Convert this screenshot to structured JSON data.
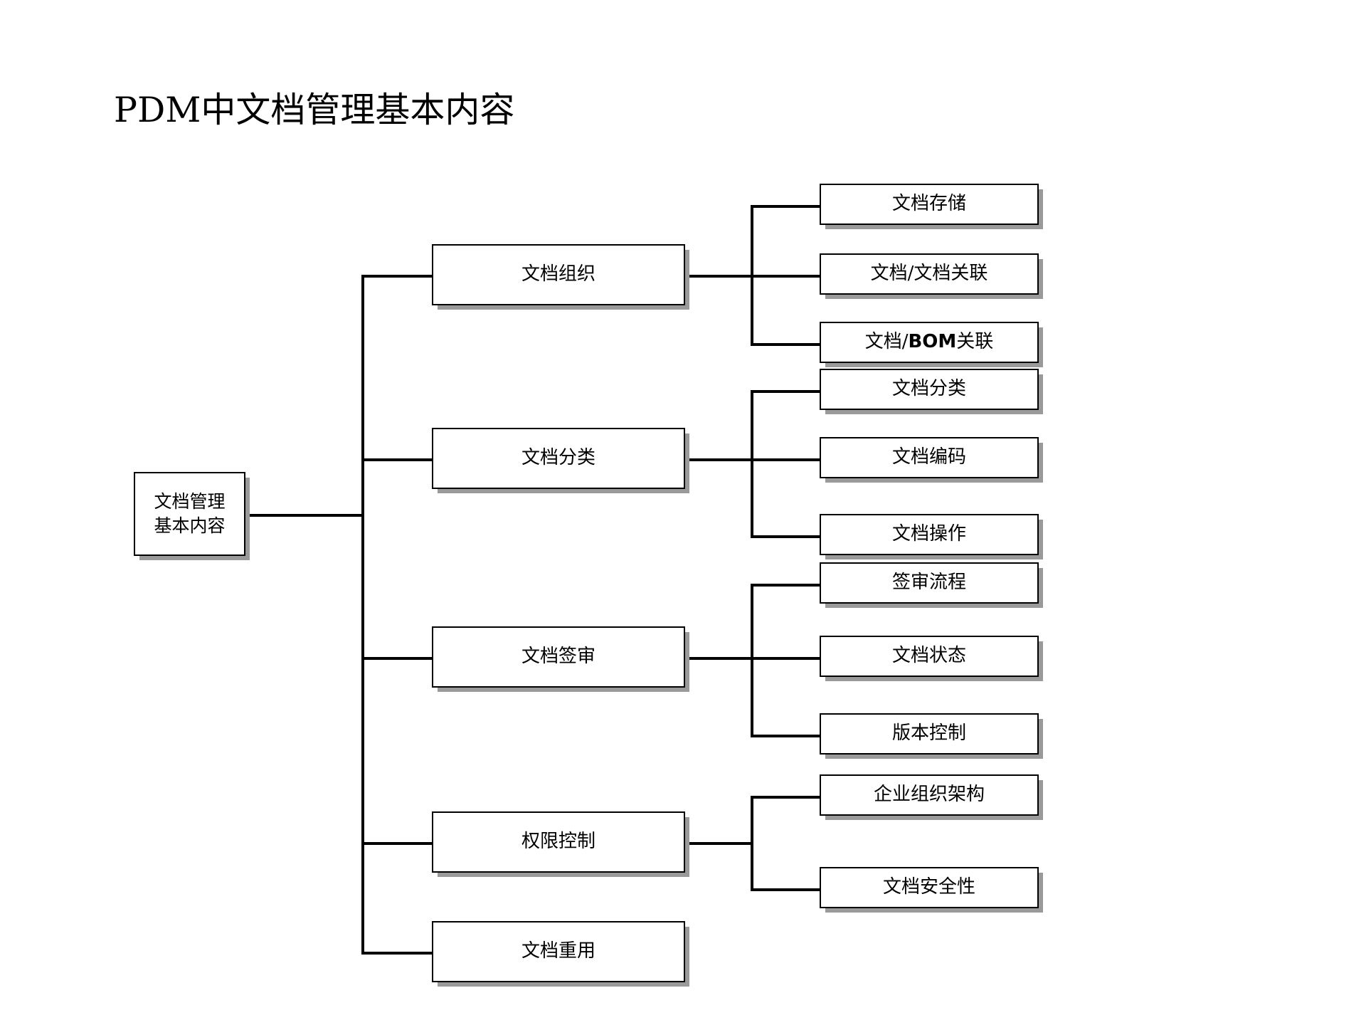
{
  "page": {
    "title": "PDM中文档管理基本内容",
    "background_color": "#ffffff",
    "line_color": "#000000",
    "box_border_color": "#000000",
    "box_fill_color": "#ffffff",
    "shadow_color": "#9a9a9a"
  },
  "diagram": {
    "type": "tree",
    "orientation": "left-to-right",
    "root": {
      "line1": "文档管理",
      "line2": "基本内容"
    },
    "branches": [
      {
        "label": "文档组织",
        "children": [
          {
            "text": "文档存储",
            "pre": "文档存储",
            "bold": "",
            "post": ""
          },
          {
            "text": "文档/文档关联",
            "pre": "文档/文档关联",
            "bold": "",
            "post": ""
          },
          {
            "text": "文档/BOM关联",
            "pre": "文档/",
            "bold": "BOM",
            "post": "关联"
          }
        ]
      },
      {
        "label": "文档分类",
        "children": [
          {
            "text": "文档分类",
            "pre": "文档分类",
            "bold": "",
            "post": ""
          },
          {
            "text": "文档编码",
            "pre": "文档编码",
            "bold": "",
            "post": ""
          },
          {
            "text": "文档操作",
            "pre": "文档操作",
            "bold": "",
            "post": ""
          }
        ]
      },
      {
        "label": "文档签审",
        "children": [
          {
            "text": "签审流程",
            "pre": "签审流程",
            "bold": "",
            "post": ""
          },
          {
            "text": "文档状态",
            "pre": "文档状态",
            "bold": "",
            "post": ""
          },
          {
            "text": "版本控制",
            "pre": "版本控制",
            "bold": "",
            "post": ""
          }
        ]
      },
      {
        "label": "权限控制",
        "children": [
          {
            "text": "企业组织架构",
            "pre": "企业组织架构",
            "bold": "",
            "post": ""
          },
          {
            "text": "文档安全性",
            "pre": "文档安全性",
            "bold": "",
            "post": ""
          }
        ]
      },
      {
        "label": "文档重用",
        "children": []
      }
    ]
  }
}
